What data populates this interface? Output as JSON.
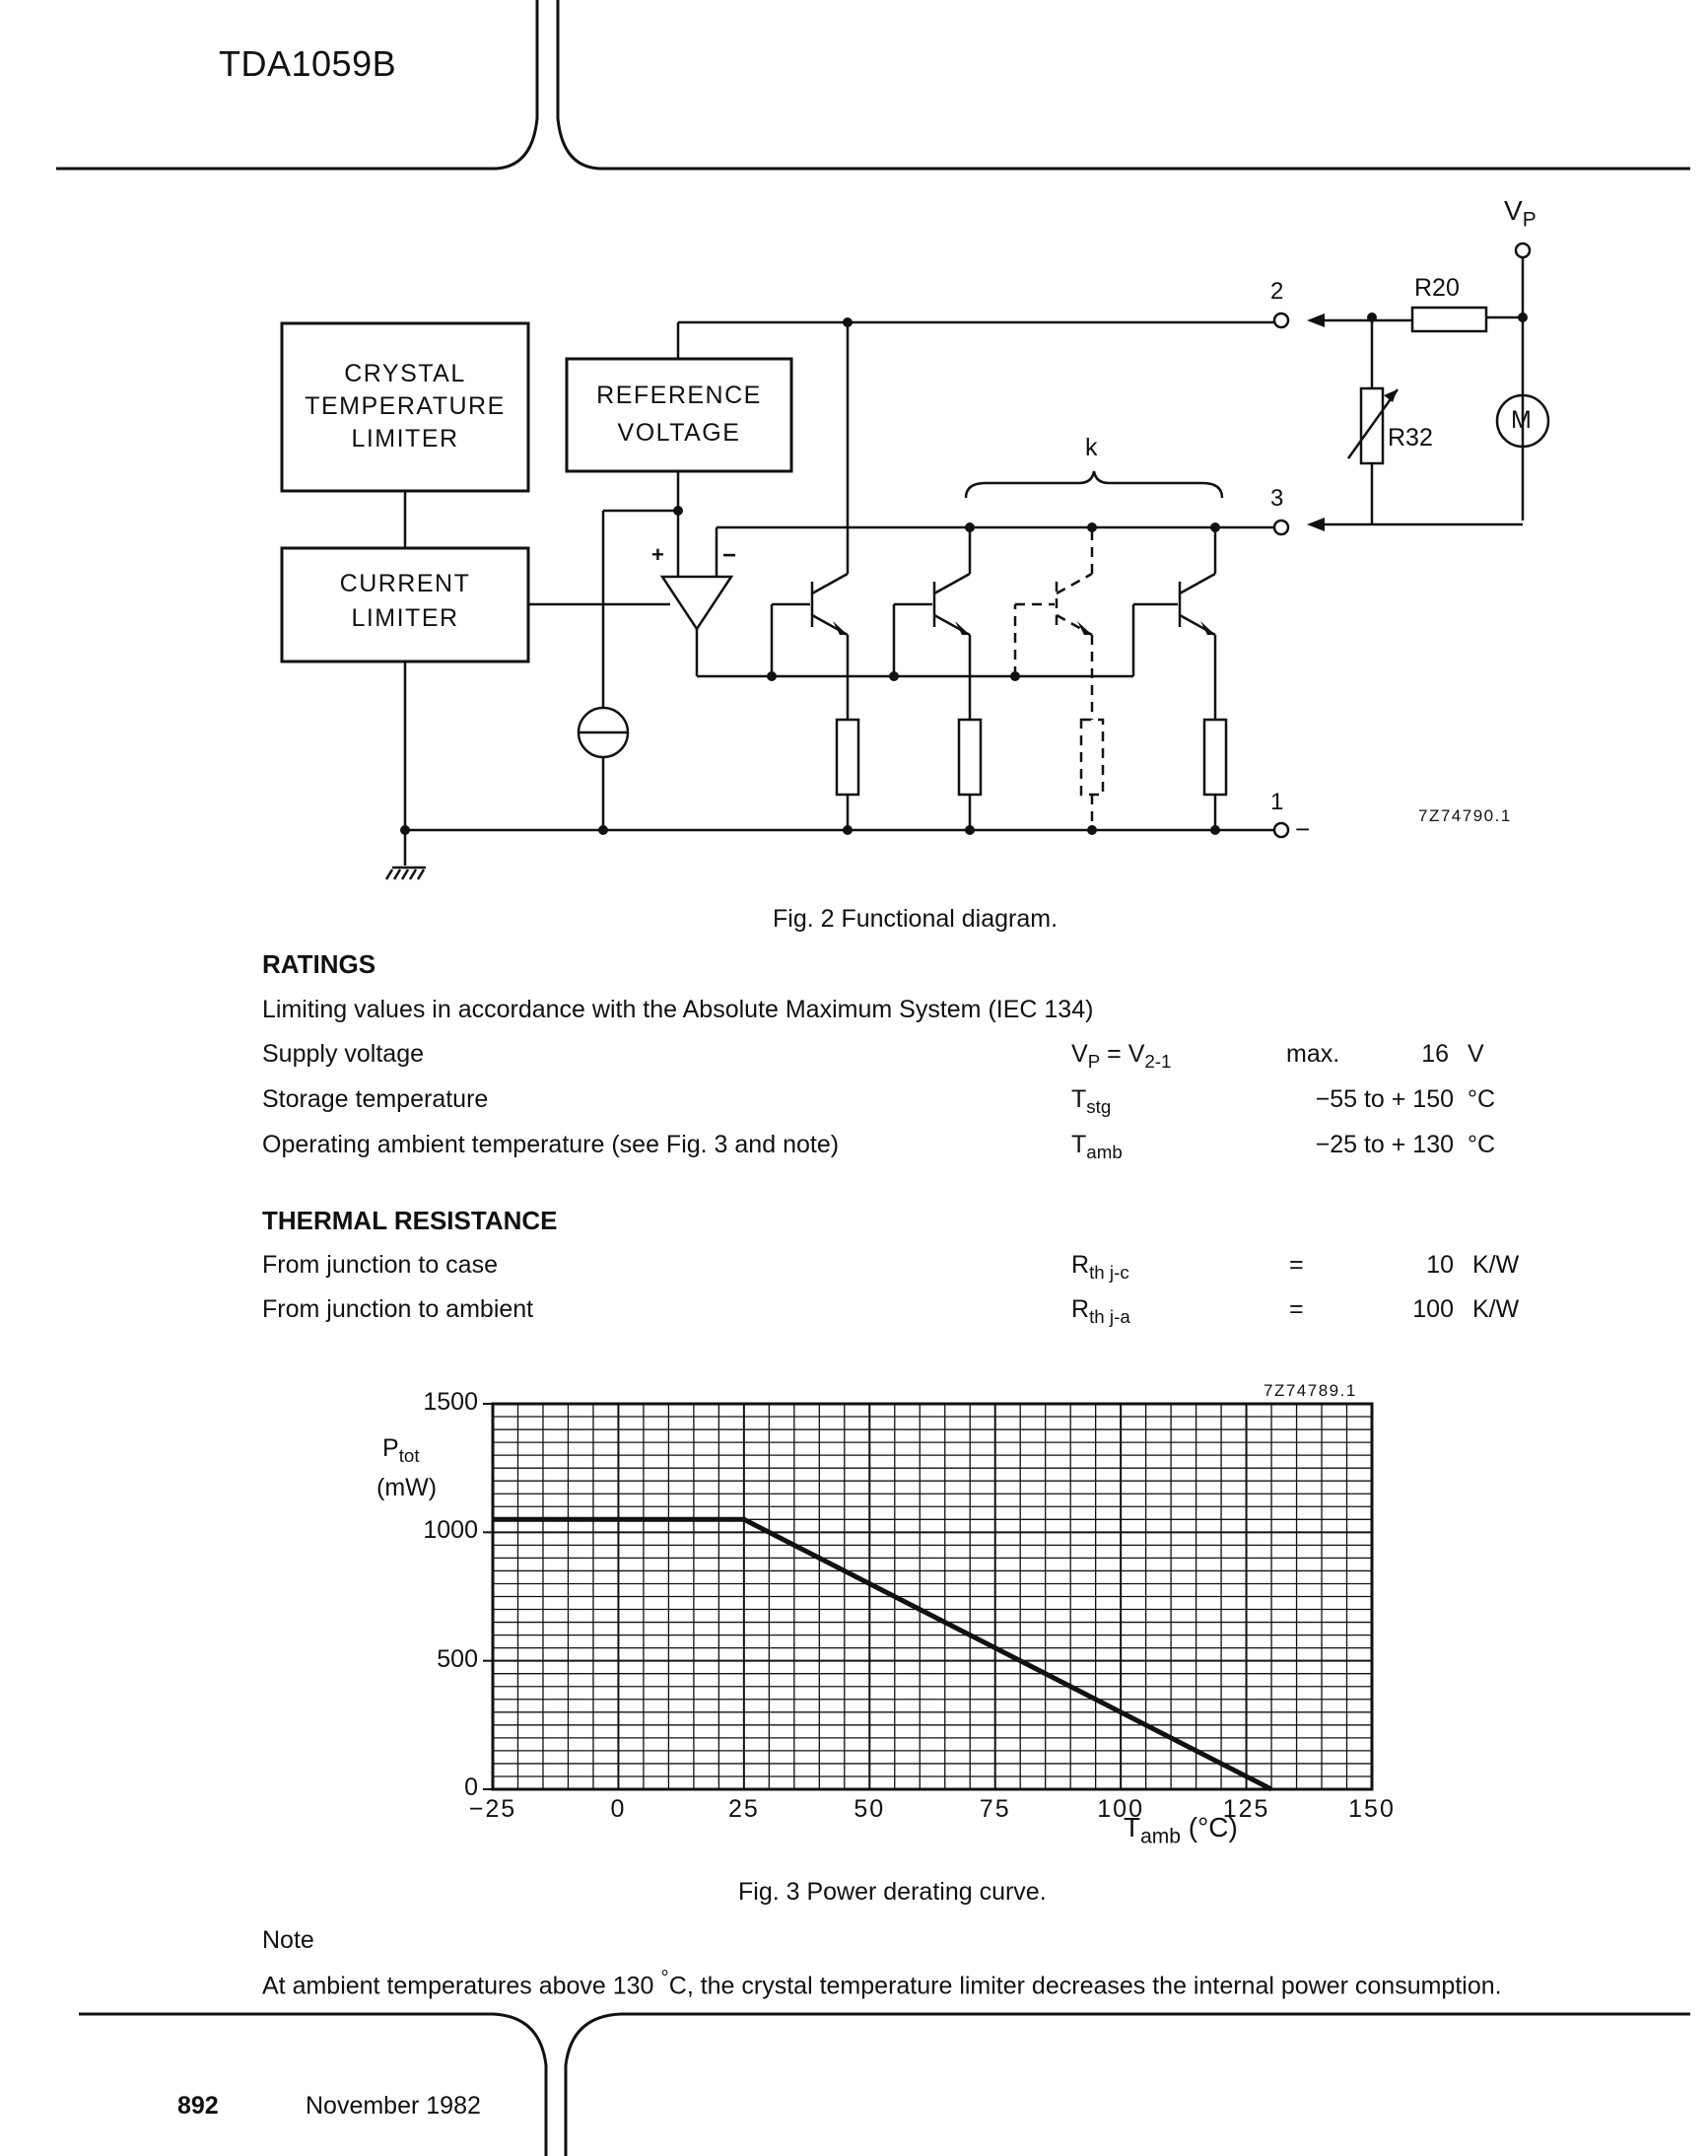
{
  "header": {
    "part_number": "TDA1059B"
  },
  "fig2": {
    "caption": "Fig. 2  Functional diagram.",
    "code": "7Z74790.1",
    "blocks": {
      "crystal": [
        "CRYSTAL",
        "TEMPERATURE",
        "LIMITER"
      ],
      "reference": [
        "REFERENCE",
        "VOLTAGE"
      ],
      "current": [
        "CURRENT",
        "LIMITER"
      ]
    },
    "labels": {
      "vp": "V",
      "vp_sub": "P",
      "r20": "R20",
      "r32": "R32",
      "motor": "M",
      "k": "k",
      "pin1": "1",
      "pin2": "2",
      "pin3": "3",
      "plus": "+",
      "minus": "−",
      "pin1_minus": "−"
    }
  },
  "ratings": {
    "title": "RATINGS",
    "intro": "Limiting values in accordance with the Absolute Maximum System (IEC 134)",
    "rows": [
      {
        "label": "Supply voltage",
        "sym": "V",
        "sym_sub": "P",
        "sym_rest": " = V",
        "sym_sub2": "2-1",
        "qual": "max.",
        "value": "16",
        "unit": "V"
      },
      {
        "label": "Storage temperature",
        "sym": "T",
        "sym_sub": "stg",
        "value": "−55 to + 150",
        "unit": "°C"
      },
      {
        "label": "Operating ambient temperature (see Fig. 3 and note)",
        "sym": "T",
        "sym_sub": "amb",
        "value": "−25 to + 130",
        "unit": "°C"
      }
    ]
  },
  "thermal": {
    "title": "THERMAL RESISTANCE",
    "rows": [
      {
        "label": "From junction to case",
        "sym": "R",
        "sym_sub": "th j-c",
        "qual": "=",
        "value": "10",
        "unit": "K/W"
      },
      {
        "label": "From junction to ambient",
        "sym": "R",
        "sym_sub": "th j-a",
        "qual": "=",
        "value": "100",
        "unit": "K/W"
      }
    ]
  },
  "chart_data": {
    "type": "line",
    "code": "7Z74789.1",
    "caption": "Fig. 3  Power derating curve.",
    "ylabel": "P",
    "ylabel_sub": "tot",
    "ylabel_unit": "(mW)",
    "xlabel": "T",
    "xlabel_sub": "amb",
    "xlabel_unit": "(°C)",
    "xlim": [
      -25,
      150
    ],
    "ylim": [
      0,
      1500
    ],
    "x_ticks": [
      -25,
      0,
      25,
      50,
      75,
      100,
      125,
      150
    ],
    "x_tick_labels": [
      "−25",
      "0",
      "25",
      "50",
      "75",
      "100",
      "125",
      "150"
    ],
    "y_ticks": [
      0,
      500,
      1000,
      1500
    ],
    "y_tick_labels": [
      "0",
      "500",
      "1000",
      "1500"
    ],
    "grid": true,
    "series": [
      {
        "x": [
          -25,
          25,
          130
        ],
        "y": [
          1050,
          1050,
          0
        ]
      }
    ]
  },
  "note": {
    "title": "Note",
    "text_pre": "At ambient temperatures above 130 ",
    "deg": "°",
    "text_post": "C, the crystal temperature limiter decreases the internal power consumption."
  },
  "footer": {
    "page": "892",
    "date": "November 1982"
  }
}
